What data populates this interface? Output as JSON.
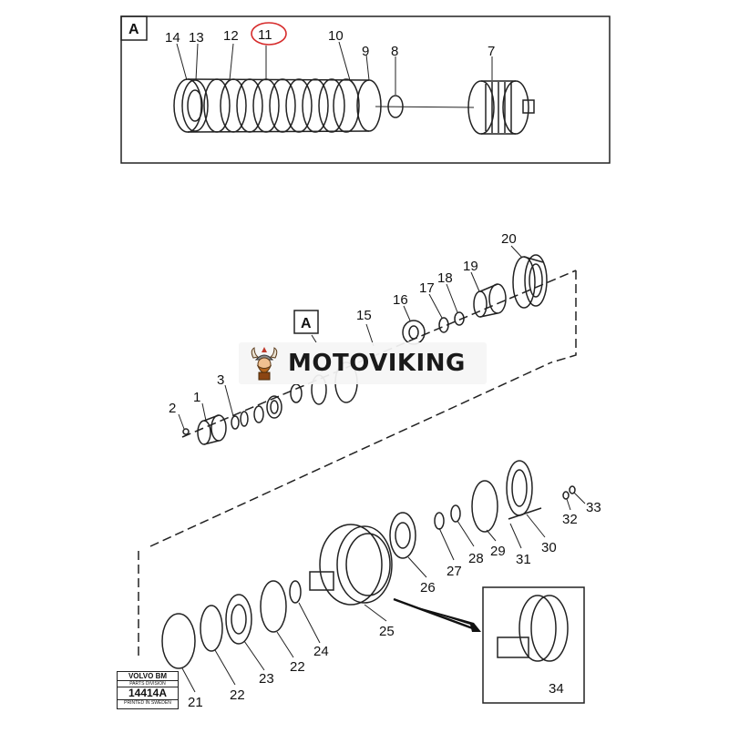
{
  "detail_box": {
    "label": "A",
    "parts": [
      "14",
      "13",
      "12",
      "11",
      "10",
      "9",
      "8",
      "7"
    ],
    "highlighted_part": "11",
    "highlight_color": "#d62b2b"
  },
  "callout_label": "A",
  "parts": [
    "1",
    "2",
    "3",
    "15",
    "16",
    "17",
    "18",
    "19",
    "20",
    "21",
    "22",
    "22",
    "23",
    "24",
    "25",
    "26",
    "27",
    "28",
    "29",
    "30",
    "31",
    "32",
    "33",
    "34"
  ],
  "watermark": {
    "text": "MOTOVIKING",
    "logo_icon": "viking-mascot-icon"
  },
  "stamp": {
    "brand": "VOLVO BM",
    "division": "PARTS DIVISION",
    "code": "14414A",
    "printed": "PRINTED IN SWEDEN"
  }
}
